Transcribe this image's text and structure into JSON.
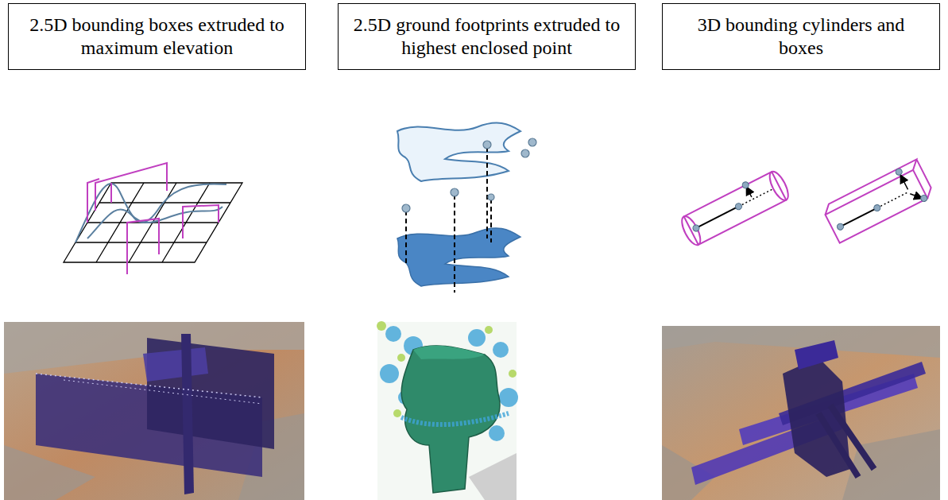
{
  "diagram": {
    "nodes": [
      {
        "text": [
          "2.5D bounding boxes extruded to maximum elevation"
        ]
      },
      {
        "text": [
          "2.5D ground footprints extruded to highest enclosed point"
        ]
      },
      {
        "text": [
          "3D bounding cylinders and boxes"
        ]
      }
    ]
  }
}
